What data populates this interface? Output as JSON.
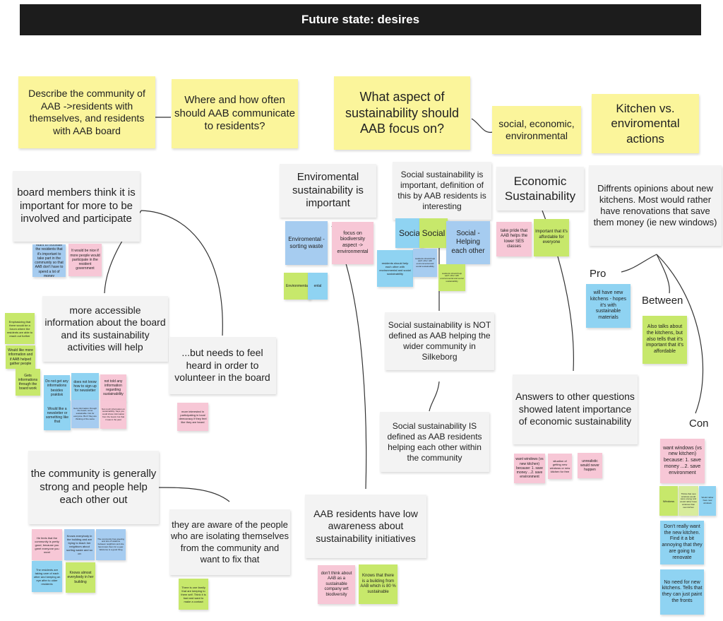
{
  "header": {
    "title": "Future state: desires"
  },
  "notes": {
    "q_describe": "Describe the community of AAB ->residents with themselves, and residents with AAB board",
    "q_communicate": "Where and how often should AAB communicate to residents?",
    "q_sustain": "What aspect of sustainability should AAB focus on?",
    "q_social_econ": "social, economic, environmental",
    "q_kitchen": "Kitchen vs. enviromental actions",
    "board_members": "board members think it is important for more to be involved and participate",
    "s_involve": "Want to motivate the residents that it's important to take part in the community so that AAB don't have to spend a lot of money",
    "s_participate": "It would be nice if more people would participate in the resident government",
    "more_accessible": "more accessible information about the board and its sustainability activities will help",
    "s_forum": "Emphasizing that there would be a forum where the residents are able to reach out further",
    "s_more_info": "Would like more information and if AAB helped gather people",
    "s_gets_info": "Gets informations through the board work",
    "s_no_info": "Do not get any informations besides praktisk",
    "s_newsletter": "Would like a newsletter or something like that",
    "s_signup": "does not know how to sign up for newsletter",
    "s_not_told": "not told any information regarding sustainability",
    "s_notes_small_1": "Gets information through the board, some sustainable. Not for everyone. But if they are thinking of the same",
    "s_notes_small_2": "Not much information on sustainability. Says you could share information from the board, but that it was in the past",
    "needs_heard": "...but needs to feel heard in order to volunteer in the board",
    "s_interested": "more interested in participating in local democracy if they feel like they are heard",
    "community_strong": "the community is generally strong and people help each other out",
    "s_feels": "He feels that the community is pretty good, because you greet everyone you meet",
    "s_knows_everybody": "Knows everybody in the building and are trying to teach her neighbors about sorting waste and so on",
    "s_residents_help": "The community has greeting and lots of relations between neighbors and she has known them for a year. Welcome is a good thing",
    "s_taking_care": "The residents are taking care of each other and keeping an eye after to older residents",
    "s_knows_almost": "Knows almost everybody in her building",
    "aware_isolating": "they are aware of the people who are isolating themselves from the community and want to fix that",
    "s_family": "There is one family that are keeping to them self. Think it is bad and want to make a contact",
    "env_important": "Enviromental sustainability is important",
    "s_env_sort": "Enviromental - sorting waste",
    "s_biodiversity": "focus on biodiversity aspect -> environmental",
    "s_env_green": "Environmental",
    "s_env_blue": "ental",
    "social_important": "Social sustainability is important, definition of this by AAB residents is interesting",
    "s_social_blue": "Socia",
    "s_social_green": "Social",
    "s_social_help": "Social - Helping each other",
    "s_res_help1": "residents should help each other with environmental and social sustainability",
    "s_res_help2": "residents should help each other with environmental and social sustainability",
    "s_res_help3": "residents should help each other with environmental and social sustainability",
    "not_defined": "Social sustainability is NOT defined as AAB helping the wider community in Silkeborg",
    "is_defined": "Social sustainability IS defined as AAB residents helping each other within the community",
    "low_awareness": "AAB residents have low awareness about sustainability initiatives",
    "s_dont_think": "don't think about AAB as a sustainable company wrt biodiversity",
    "s_knows_building": "Knows that there is a building from AAB which is 80 % sustainable",
    "econ_sustain": "Economic Sustainability",
    "s_pride": "take pride that AAB helps the lower SES classes",
    "s_affordable": "Important that it's affordable for everyone",
    "latent_importance": "Answers to other questions showed latent importance of economic sustainability",
    "s_windows": "want windows (vs new kitchen) because: 1. save money ...2. save environment",
    "s_situation": "situation of getting new windows or new kitchen for free",
    "s_unrealistic": "unrealistic would never happen",
    "kitchen_opinions": "Diffrents opinions about new kitchens. Most would rather have renovations that save them money (ie new windows)",
    "s_pro": "will have new kitchens - hopes it's with sustainable materials",
    "s_between": "Also talks about the kitchens, but also tells that it's important that it's affordable",
    "s_con_windows": "want windows (vs new kitchen) because: 1. save money ...2. save environment",
    "s_con_small_1": "Windows",
    "s_con_small_2": "Thinks that new windows would save energy and would rather have windows than new kitchen",
    "s_con_small_3": "Would rather have new windows",
    "s_dont_want": "Don't really want the new kitchen. Find it a bit annoying that they are going to renovate",
    "s_no_need": "No need for new kitchens. Tells that they can just paint the fronts"
  },
  "labels": {
    "pro": "Pro",
    "between": "Between",
    "con": "Con"
  }
}
